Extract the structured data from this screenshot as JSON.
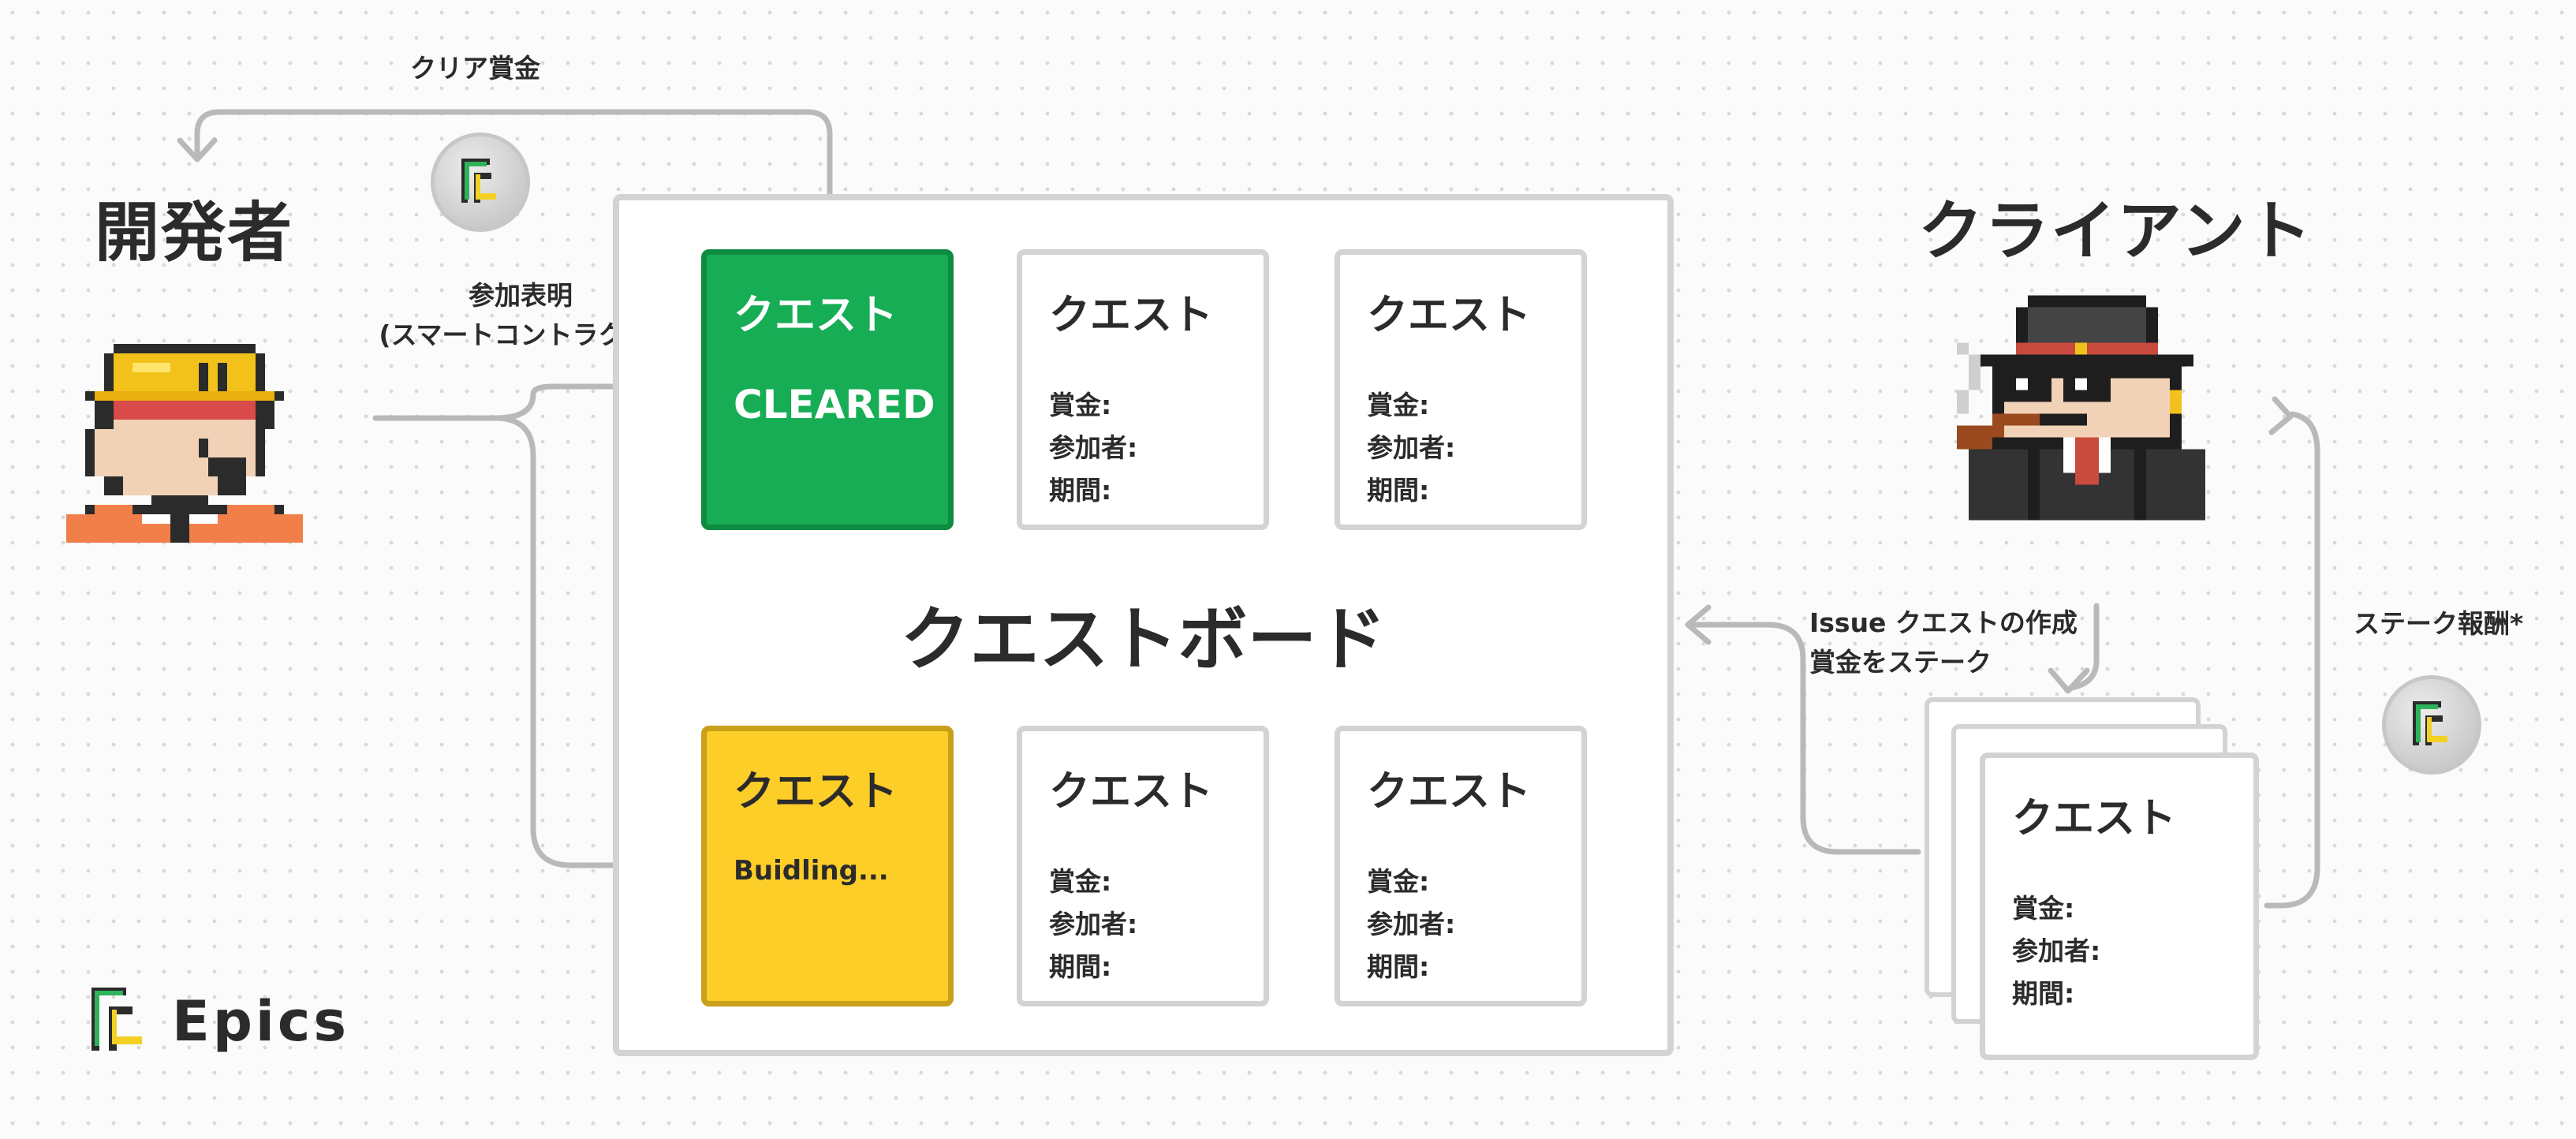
{
  "roles": {
    "developer": "開発者",
    "client": "クライアント"
  },
  "flow_labels": {
    "clear_reward": "クリア賞金",
    "join_line1": "参加表明",
    "join_line2": "(スマートコントラクト)",
    "issue_line1": "Issue クエストの作成",
    "issue_line2": "賞金をステーク",
    "stake_reward": "ステーク報酬*"
  },
  "board": {
    "title": "クエストボード",
    "quests": [
      {
        "title": "クエスト",
        "status": "CLEARED"
      },
      {
        "title": "クエスト",
        "bounty": "賞金:",
        "participants": "参加者:",
        "period": "期間:"
      },
      {
        "title": "クエスト",
        "bounty": "賞金:",
        "participants": "参加者:",
        "period": "期間:"
      },
      {
        "title": "クエスト",
        "status": "Buidling..."
      },
      {
        "title": "クエスト",
        "bounty": "賞金:",
        "participants": "参加者:",
        "period": "期間:"
      },
      {
        "title": "クエスト",
        "bounty": "賞金:",
        "participants": "参加者:",
        "period": "期間:"
      }
    ]
  },
  "client_quest": {
    "title": "クエスト",
    "bounty": "賞金:",
    "participants": "参加者:",
    "period": "期間:"
  },
  "logo": {
    "text": "Epics"
  },
  "colors": {
    "cleared": "#16ad55",
    "building": "#fdcd28",
    "border": "#d3d3d3",
    "connector": "#b9b9b9"
  }
}
